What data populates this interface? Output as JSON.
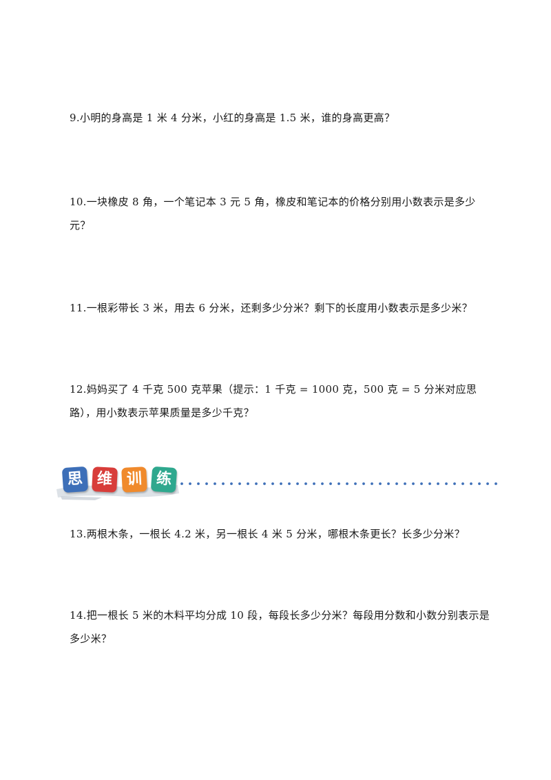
{
  "questions": [
    {
      "id": "q9",
      "text": "9.小明的身高是 1 米 4 分米，小红的身高是 1.5 米，谁的身高更高？"
    },
    {
      "id": "q10",
      "text": "10.一块橡皮 8 角，一个笔记本 3 元 5 角，橡皮和笔记本的价格分别用小数表示是多少元？"
    },
    {
      "id": "q11",
      "text": "11.一根彩带长 3 米，用去 6 分米，还剩多少分米？剩下的长度用小数表示是多少米？"
    },
    {
      "id": "q12",
      "text": "12.妈妈买了 4 千克 500 克苹果（提示：1 千克 = 1000 克，500 克 = 5 分米对应思路），用小数表示苹果质量是多少千克？"
    },
    {
      "id": "q13",
      "text": "13.两根木条，一根长 4.2 米，另一根长 4 米 5 分米，哪根木条更长？长多少分米？"
    },
    {
      "id": "q14",
      "text": "14.把一根长 5 米的木料平均分成 10 段，每段长多少分米？每段用分数和小数分别表示是多少米？"
    }
  ],
  "section": {
    "tiles": [
      "思",
      "维",
      "训",
      "练"
    ],
    "colors": {
      "tile_1": "#3d6fb8",
      "tile_2": "#d83d3a",
      "tile_3": "#f08a2c",
      "tile_4": "#2fa88e",
      "dots": "#3d6fb8"
    }
  }
}
